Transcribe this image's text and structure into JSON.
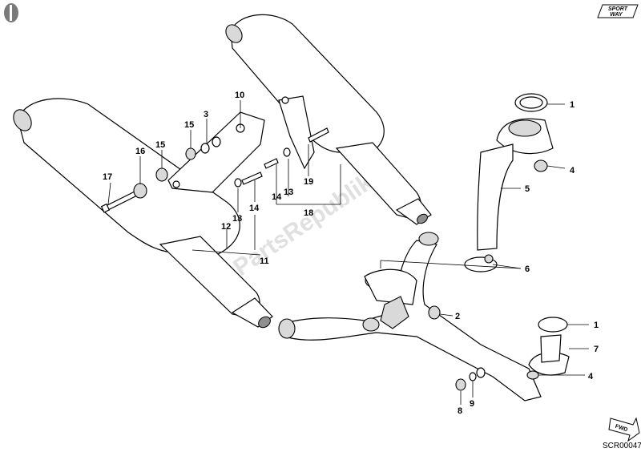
{
  "diagram": {
    "code": "SCR00047",
    "watermark": "PartsRepublik",
    "fwd_label": "FWD",
    "badge_top": "SPORT",
    "badge_bottom": "WAY"
  },
  "callouts": [
    {
      "id": "c1a",
      "label": "1"
    },
    {
      "id": "c4a",
      "label": "4"
    },
    {
      "id": "c5",
      "label": "5"
    },
    {
      "id": "c6",
      "label": "6"
    },
    {
      "id": "c2",
      "label": "2"
    },
    {
      "id": "c1b",
      "label": "1"
    },
    {
      "id": "c7",
      "label": "7"
    },
    {
      "id": "c4b",
      "label": "4"
    },
    {
      "id": "c9",
      "label": "9"
    },
    {
      "id": "c8",
      "label": "8"
    },
    {
      "id": "c10",
      "label": "10"
    },
    {
      "id": "c3",
      "label": "3"
    },
    {
      "id": "c15a",
      "label": "15"
    },
    {
      "id": "c15b",
      "label": "15"
    },
    {
      "id": "c16",
      "label": "16"
    },
    {
      "id": "c17",
      "label": "17"
    },
    {
      "id": "c13a",
      "label": "13"
    },
    {
      "id": "c14a",
      "label": "14"
    },
    {
      "id": "c12",
      "label": "12"
    },
    {
      "id": "c11",
      "label": "11"
    },
    {
      "id": "c19",
      "label": "19"
    },
    {
      "id": "c14b",
      "label": "14"
    },
    {
      "id": "c13b",
      "label": "13"
    },
    {
      "id": "c18",
      "label": "18"
    }
  ]
}
